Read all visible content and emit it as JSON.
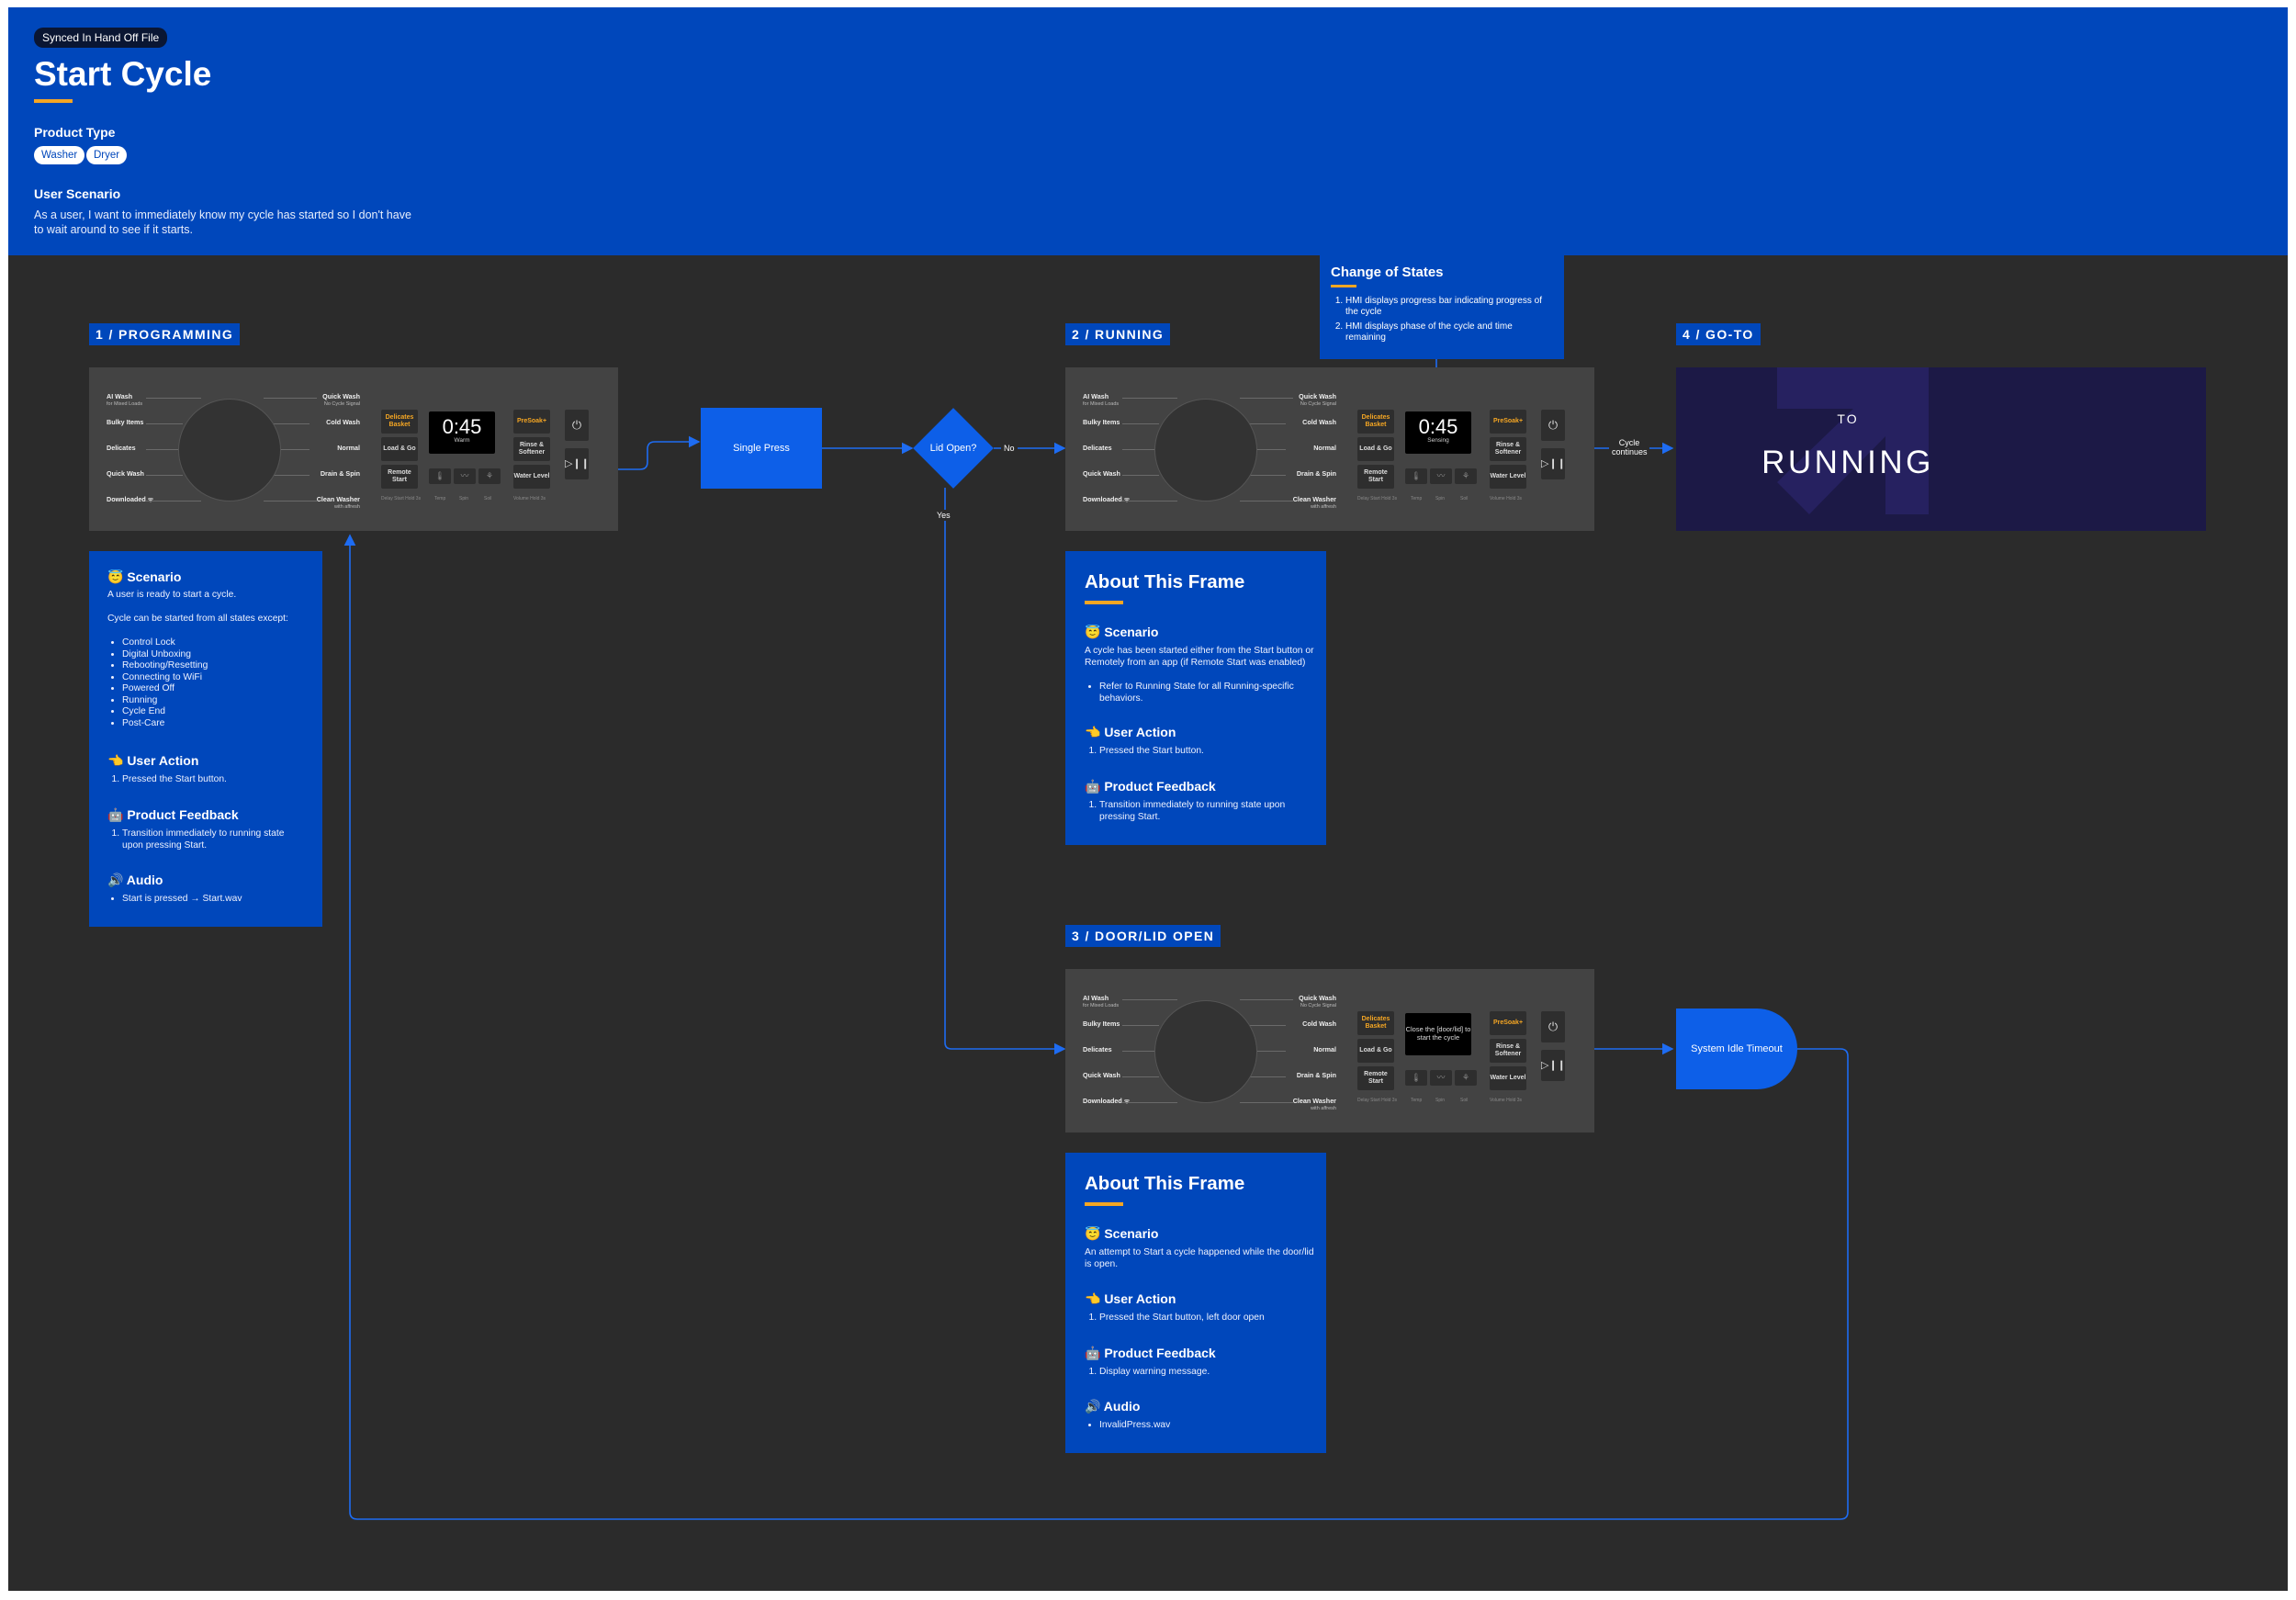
{
  "header": {
    "badge": "Synced In Hand Off File",
    "title": "Start Cycle",
    "product_type_label": "Product Type",
    "product_types": [
      "Washer",
      "Dryer"
    ],
    "user_scenario_label": "User Scenario",
    "user_scenario_text": "As a user, I want to immediately know my cycle has started so I don't have to wait around to see if it starts."
  },
  "colors": {
    "header_blue": "#0047bb",
    "node_blue": "#0d5fe8",
    "accent_orange": "#f5a623",
    "canvas": "#2b2b2b",
    "goto_bg": "#1c1946"
  },
  "frames": {
    "programming": {
      "label": "1 / PROGRAMMING",
      "time": "0:45",
      "sub": "Warm"
    },
    "running": {
      "label": "2 / RUNNING",
      "time": "0:45",
      "sub": "Sensing"
    },
    "door": {
      "label": "3 / DOOR/LID OPEN",
      "message": "Close the [door/lid] to start the cycle"
    },
    "goto": {
      "label": "4 / GO-TO",
      "to": "TO",
      "target": "RUNNING"
    }
  },
  "washer_panel": {
    "left_labels": [
      {
        "name": "AI Wash",
        "sub": "for Mixed Loads"
      },
      {
        "name": "Bulky Items",
        "sub": ""
      },
      {
        "name": "Delicates",
        "sub": ""
      },
      {
        "name": "Quick Wash",
        "sub": ""
      },
      {
        "name": "Downloaded ᯤ",
        "sub": ""
      }
    ],
    "right_labels": [
      {
        "name": "Quick Wash",
        "sub": "No Cycle Signal"
      },
      {
        "name": "Cold Wash",
        "sub": ""
      },
      {
        "name": "Normal",
        "sub": ""
      },
      {
        "name": "Drain & Spin",
        "sub": ""
      },
      {
        "name": "Clean Washer",
        "sub": "with affresh"
      }
    ],
    "col1_buttons": [
      "Delicates Basket",
      "Load & Go",
      "Remote Start"
    ],
    "col2_buttons": [
      "PreSoak+",
      "Rinse & Softener",
      "Water Level"
    ],
    "small_captions": [
      "Temp",
      "Spin",
      "Soil"
    ],
    "hold_caption": "Delay Start Hold 3s",
    "volume_caption": "Volume Hold 3s"
  },
  "flow": {
    "single_press": "Single Press",
    "decision": "Lid Open?",
    "no": "No",
    "yes": "Yes",
    "cycle_continues": "Cycle continues",
    "idle_timeout": "System Idle Timeout"
  },
  "change_of_states": {
    "title": "Change of States",
    "items": [
      "HMI displays progress bar indicating progress of the cycle",
      "HMI displays phase of the cycle and time remaining"
    ]
  },
  "box1": {
    "scenario_title": "😇 Scenario",
    "scenario_text": "A user is ready to start a cycle.",
    "scenario_text2": "Cycle can be started from all states except:",
    "except_list": [
      "Control Lock",
      "Digital Unboxing",
      "Rebooting/Resetting",
      "Connecting to WiFi",
      "Powered Off",
      "Running",
      "Cycle End",
      "Post-Care"
    ],
    "action_title": "👈 User Action",
    "action_items": [
      "Pressed the Start button."
    ],
    "feedback_title": "🤖 Product Feedback",
    "feedback_items": [
      "Transition immediately to running state upon pressing Start."
    ],
    "audio_title": "🔊 Audio",
    "audio_items": [
      "Start is pressed → Start.wav"
    ]
  },
  "about_running": {
    "title": "About This Frame",
    "scenario_title": "😇 Scenario",
    "scenario_text": "A cycle has been started either from the Start button or Remotely from an app (if Remote Start was enabled)",
    "scenario_list": [
      "Refer to Running State for all Running-specific behaviors."
    ],
    "action_title": "👈 User Action",
    "action_items": [
      "Pressed the Start button."
    ],
    "feedback_title": "🤖 Product Feedback",
    "feedback_items": [
      "Transition immediately to running state upon pressing Start."
    ]
  },
  "about_door": {
    "title": "About This Frame",
    "scenario_title": "😇 Scenario",
    "scenario_text": "An attempt to Start a cycle happened while the door/lid is open.",
    "action_title": "👈 User Action",
    "action_items": [
      "Pressed the Start button, left door open"
    ],
    "feedback_title": "🤖 Product Feedback",
    "feedback_items": [
      "Display warning message."
    ],
    "audio_title": "🔊 Audio",
    "audio_items": [
      "InvalidPress.wav"
    ]
  }
}
